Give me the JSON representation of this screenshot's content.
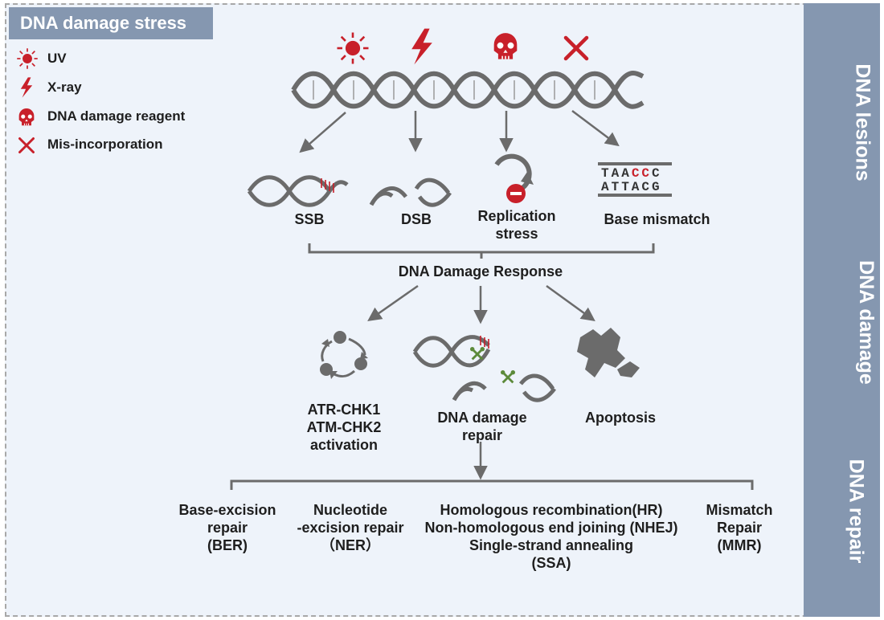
{
  "title": "DNA damage stress",
  "legend": [
    {
      "icon": "sun-icon",
      "label": "UV"
    },
    {
      "icon": "lightning-icon",
      "label": "X-ray"
    },
    {
      "icon": "skull-icon",
      "label": "DNA damage reagent"
    },
    {
      "icon": "cross-icon",
      "label": "Mis-incorporation"
    }
  ],
  "bands": [
    "DNA lesions",
    "DNA damage",
    "DNA repair"
  ],
  "lesions": {
    "ssb": "SSB",
    "dsb": "DSB",
    "replication": [
      "Replication",
      "stress"
    ],
    "mismatch": "Base mismatch",
    "seq_top": [
      "TAA",
      "CC",
      "C"
    ],
    "seq_bottom": "ATTACG"
  },
  "ddr": "DNA Damage Response",
  "outcomes": {
    "activation": [
      "ATR-CHK1",
      "ATM-CHK2",
      "activation"
    ],
    "repair": [
      "DNA damage",
      "repair"
    ],
    "apoptosis": "Apoptosis"
  },
  "repair_pathways": {
    "ber": [
      "Base-excision",
      "repair",
      "(BER)"
    ],
    "ner": [
      "Nucleotide",
      "-excision repair",
      "（NER）"
    ],
    "hr": [
      "Homologous recombination(HR)",
      "Non-homologous end joining (NHEJ)",
      "Single-strand annealing",
      "(SSA)"
    ],
    "mmr": [
      "Mismatch",
      "Repair",
      "(MMR)"
    ]
  },
  "colors": {
    "red": "#c8202a",
    "gray": "#6b6b6b",
    "band": "#8597b0",
    "green": "#5c8a3a",
    "bg": "#eef3fa"
  }
}
